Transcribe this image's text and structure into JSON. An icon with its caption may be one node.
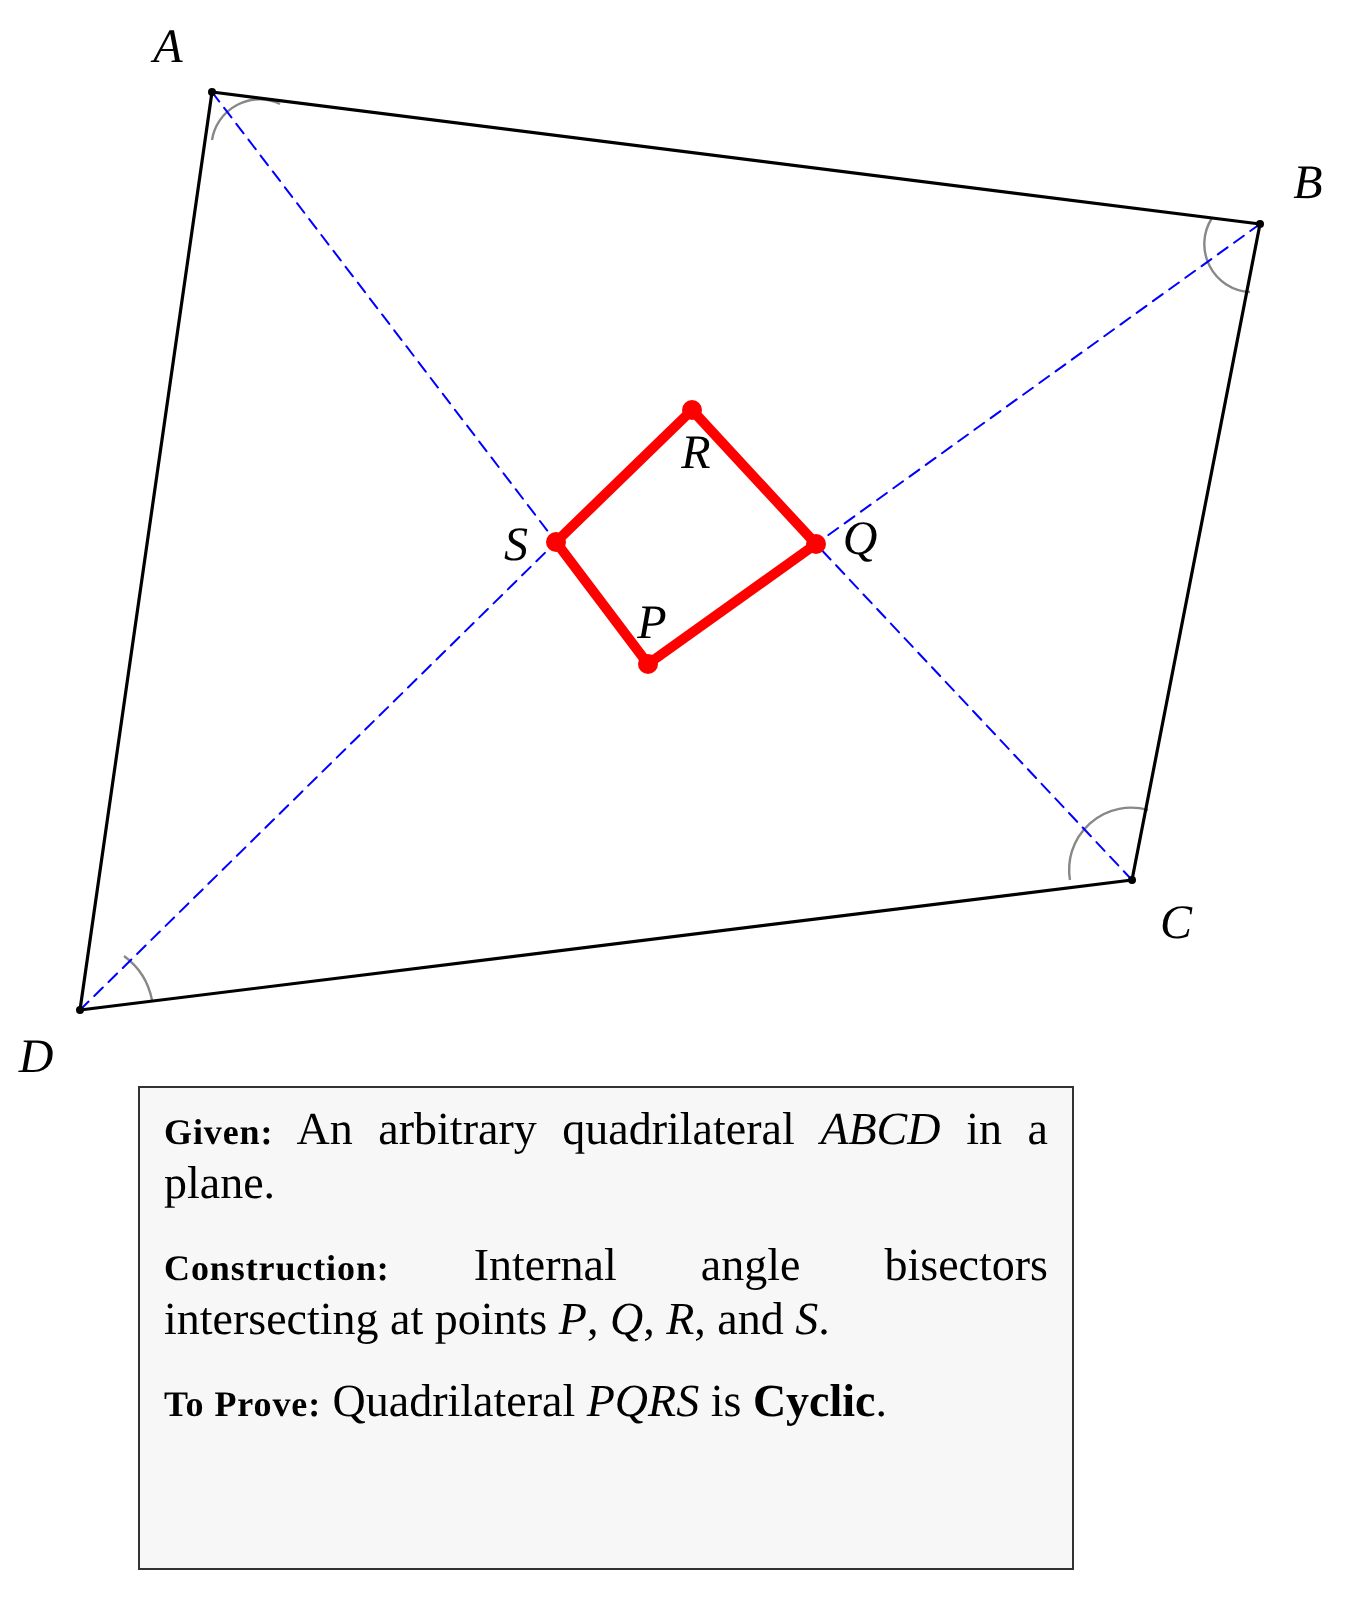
{
  "diagram": {
    "nodes": [
      {
        "text": [],
        "shape": "point",
        "beside": [
          "A"
        ]
      },
      {
        "text": [],
        "shape": "point",
        "beside": [
          "B"
        ]
      },
      {
        "text": [],
        "shape": "point",
        "beside": [
          "C"
        ]
      },
      {
        "text": [],
        "shape": "point",
        "beside": [
          "D"
        ]
      },
      {
        "text": [],
        "shape": "circle",
        "beside": [
          "P"
        ]
      },
      {
        "text": [],
        "shape": "circle",
        "beside": [
          "Q"
        ]
      },
      {
        "text": [],
        "shape": "circle",
        "beside": [
          "R"
        ]
      },
      {
        "text": [],
        "shape": "circle",
        "beside": [
          "S"
        ]
      },
      {
        "text": [
          "**Given:** An arbitrary quadrilateral *ABCD* in a plane.",
          "**Construction:** Internal angle bisectors intersecting at points *P*, *Q*, *R*, and *S*.",
          "**To Prove:** Quadrilateral *PQRS* is **Cyclic**."
        ]
      }
    ],
    "edges": [
      {
        "from": 0,
        "to": 1,
        "arrow": "none"
      },
      {
        "from": 1,
        "to": 2,
        "arrow": "none"
      },
      {
        "from": 2,
        "to": 3,
        "arrow": "none"
      },
      {
        "from": 3,
        "to": 0,
        "arrow": "none"
      },
      {
        "from": 0,
        "to": 7,
        "arrow": "none",
        "style": "dashed",
        "color": "#0000ff"
      },
      {
        "from": 3,
        "to": 7,
        "arrow": "none",
        "style": "dashed",
        "color": "#0000ff"
      },
      {
        "from": 1,
        "to": 5,
        "arrow": "none",
        "style": "dashed",
        "color": "#0000ff"
      },
      {
        "from": 2,
        "to": 5,
        "arrow": "none",
        "style": "dashed",
        "color": "#0000ff"
      },
      {
        "from": 4,
        "to": 5,
        "arrow": "none",
        "style": "thick",
        "color": "#ff0000"
      },
      {
        "from": 5,
        "to": 6,
        "arrow": "none",
        "style": "thick",
        "color": "#ff0000"
      },
      {
        "from": 6,
        "to": 7,
        "arrow": "none",
        "style": "thick",
        "color": "#ff0000"
      },
      {
        "from": 7,
        "to": 4,
        "arrow": "none",
        "style": "thick",
        "color": "#ff0000"
      }
    ]
  }
}
